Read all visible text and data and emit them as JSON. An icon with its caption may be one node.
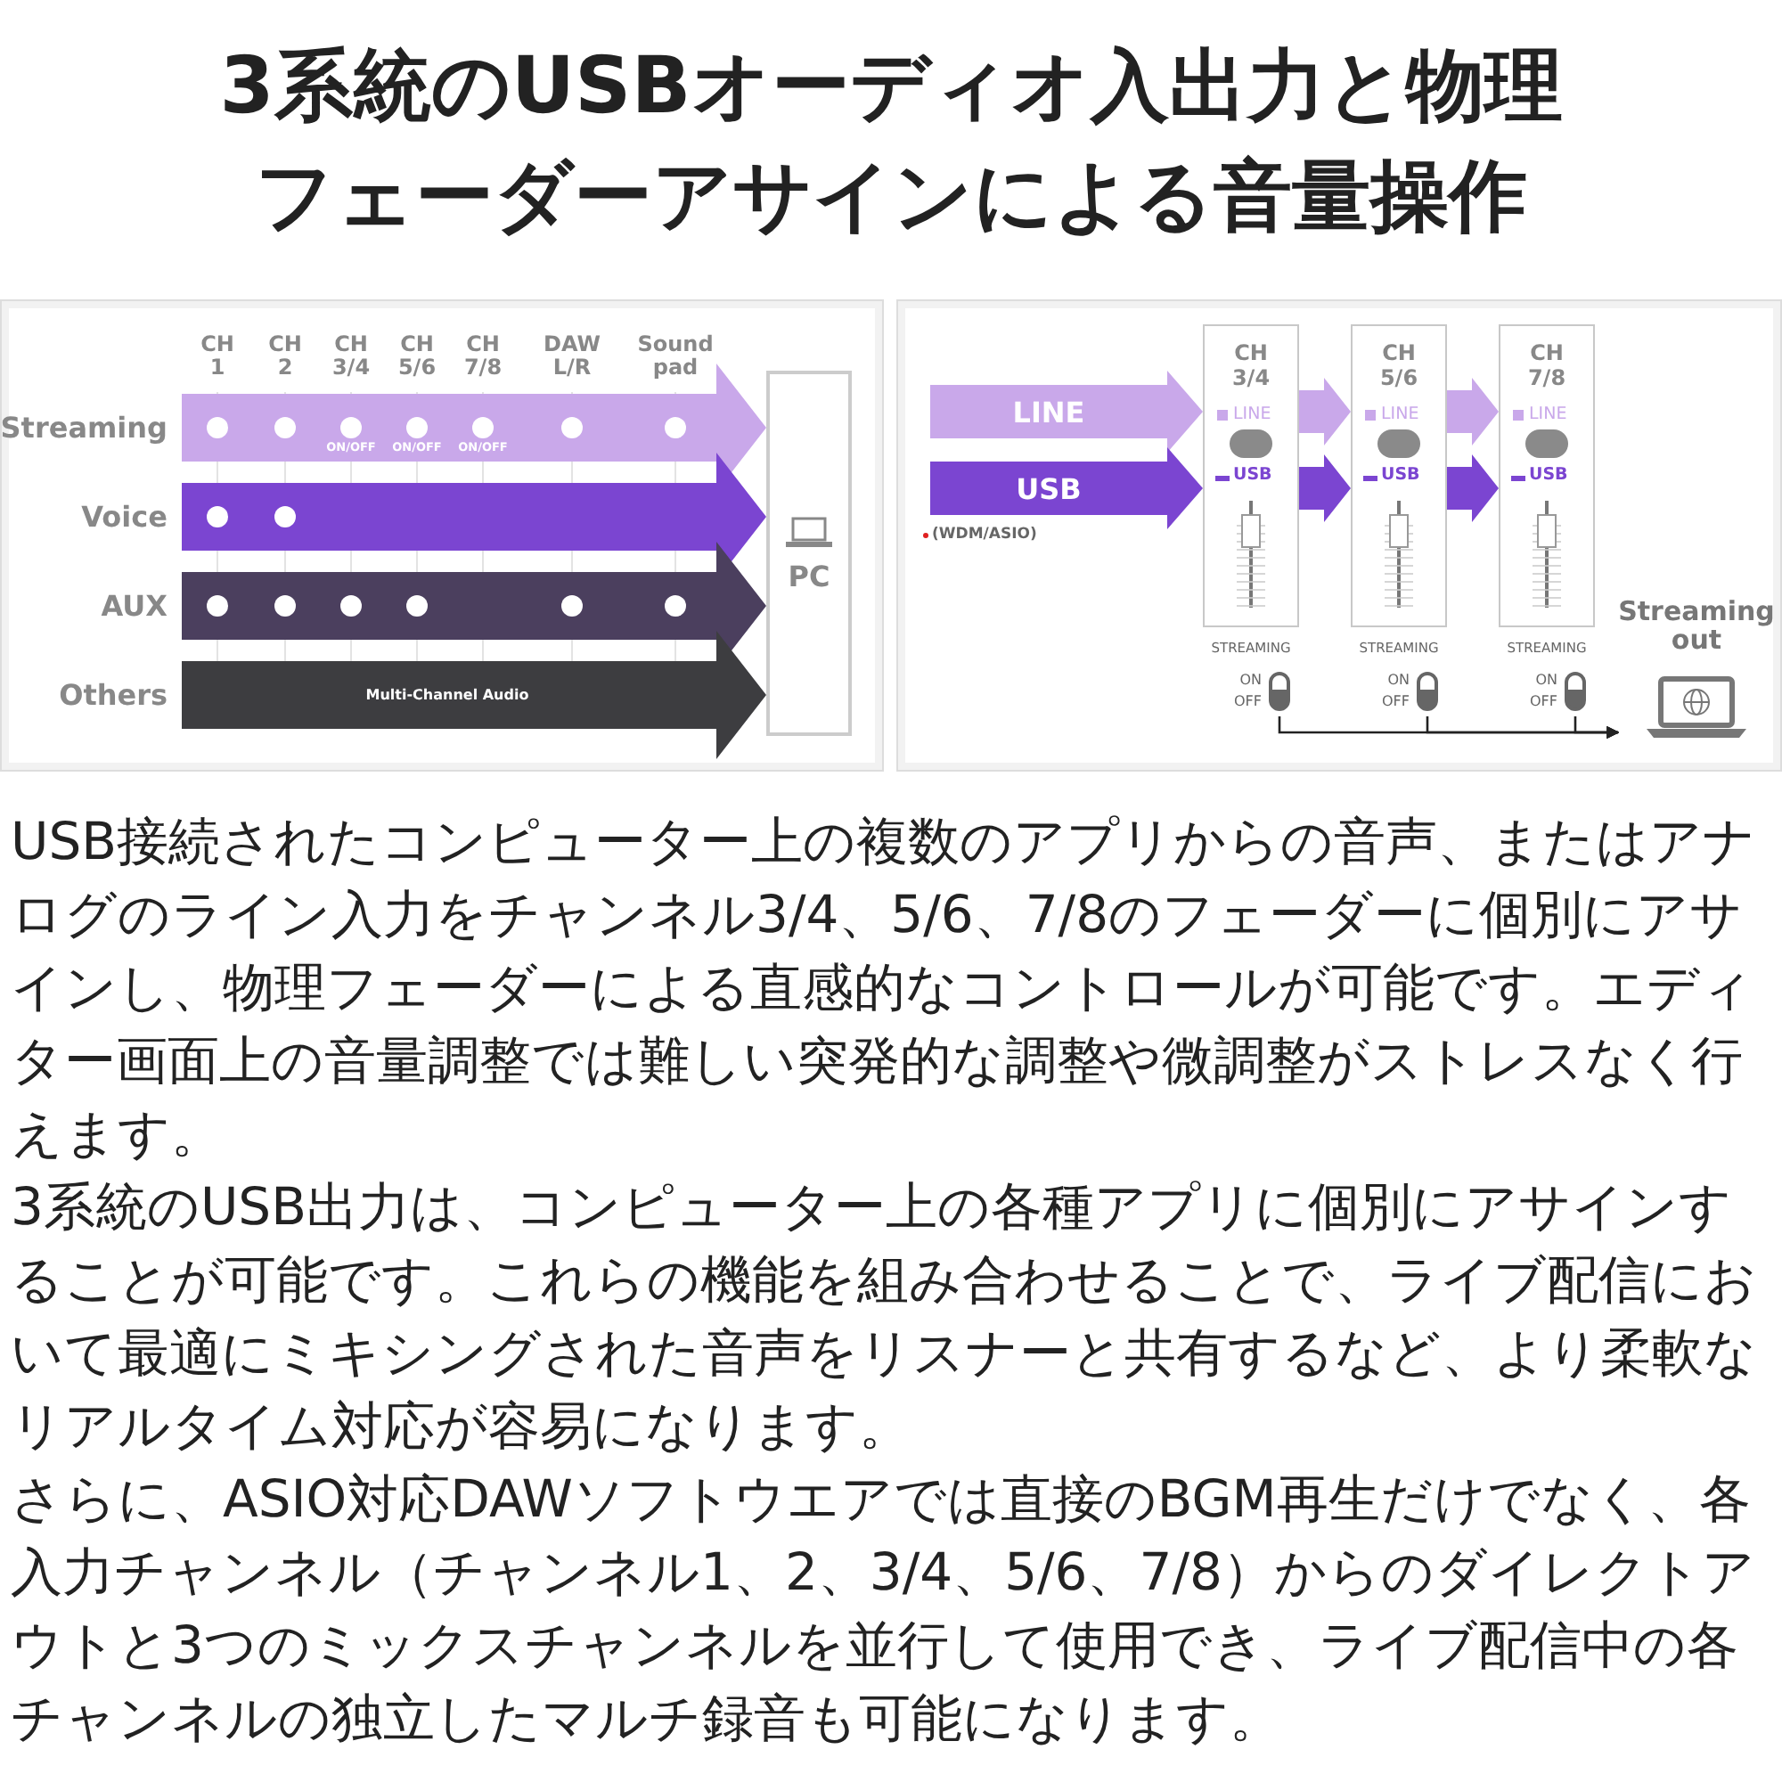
{
  "diagram": {
    "title": "3系統のUSBオーディオ入出力と物理フェーダーアサインによる音量操作",
    "nodes": [
      {
        "text": [
          "Streaming",
          "ON/OFF",
          "ON/OFF",
          "ON/OFF"
        ]
      },
      {
        "text": [
          "Voice"
        ]
      },
      {
        "text": [
          "AUX"
        ]
      },
      {
        "text": [
          "Others",
          "Multi-Channel Audio"
        ]
      },
      {
        "text": [
          "PC"
        ]
      },
      {
        "text": [
          "LINE"
        ]
      },
      {
        "text": [
          "USB"
        ],
        "beside": [
          "(WDM/ASIO)"
        ]
      },
      {
        "text": [
          "CH 3/4",
          "LINE",
          "USB"
        ],
        "beside": [
          "STREAMING"
        ]
      },
      {
        "text": [
          "CH 5/6",
          "LINE",
          "USB"
        ],
        "beside": [
          "STREAMING"
        ]
      },
      {
        "text": [
          "CH 7/8",
          "LINE",
          "USB"
        ],
        "beside": [
          "STREAMING"
        ]
      },
      {
        "text": [
          "Streaming out"
        ]
      },
      {
        "text": [
          "ON",
          "OFF"
        ]
      },
      {
        "text": [
          "ON",
          "OFF"
        ]
      },
      {
        "text": [
          "ON",
          "OFF"
        ]
      }
    ],
    "edges": [
      {
        "from": 0,
        "to": 4,
        "arrow": "to",
        "color": "#c9a8ea"
      },
      {
        "from": 1,
        "to": 4,
        "arrow": "to",
        "color": "#7b45d1"
      },
      {
        "from": 2,
        "to": 4,
        "arrow": "to",
        "color": "#4b3f5e"
      },
      {
        "from": 3,
        "to": 4,
        "arrow": "to",
        "color": "#3d3d40"
      },
      {
        "from": 5,
        "to": 7,
        "arrow": "to",
        "color": "#c9a8ea"
      },
      {
        "from": 6,
        "to": 7,
        "arrow": "to",
        "color": "#7b45d1"
      },
      {
        "from": 7,
        "to": 8,
        "arrow": "to",
        "color": "#c9a8ea"
      },
      {
        "from": 7,
        "to": 8,
        "arrow": "to",
        "color": "#7b45d1"
      },
      {
        "from": 8,
        "to": 9,
        "arrow": "to",
        "color": "#c9a8ea"
      },
      {
        "from": 8,
        "to": 9,
        "arrow": "to",
        "color": "#7b45d1"
      },
      {
        "from": 11,
        "to": 10,
        "arrow": "to"
      },
      {
        "from": 12,
        "to": 10,
        "arrow": "to"
      },
      {
        "from": 13,
        "to": 10,
        "arrow": "to"
      }
    ],
    "labels": [
      "CH 1",
      "CH 2",
      "CH 3/4",
      "CH 5/6",
      "CH 7/8",
      "DAW L/R",
      "Sound pad",
      "USB接続されたコンピューター上の複数のアプリからの音声、またはアナログのライン入力をチャンネル3/4、5/6、7/8のフェーダーに個別にアサインし、物理フェーダーによる直感的なコントロールが可能です。エディター画面上の音量調整では難しい突発的な調整や微調整がストレスなく行えます。",
      "3系統のUSB出力は、コンピューター上の各種アプリに個別にアサインすることが可能です。これらの機能を組み合わせることで、ライブ配信において最適にミキシングされた音声をリスナーと共有するなど、より柔軟なリアルタイム対応が容易になります。",
      "さらに、ASIO対応DAWソフトウエアでは直接のBGM再生だけでなく、各入力チャンネル（チャンネル1、2、3/4、5/6、7/8）からのダイレクトアウトと3つのミックスチャンネルを並行して使用でき、ライブ配信中の各チャンネルの独立したマルチ録音も可能になります。"
    ]
  }
}
